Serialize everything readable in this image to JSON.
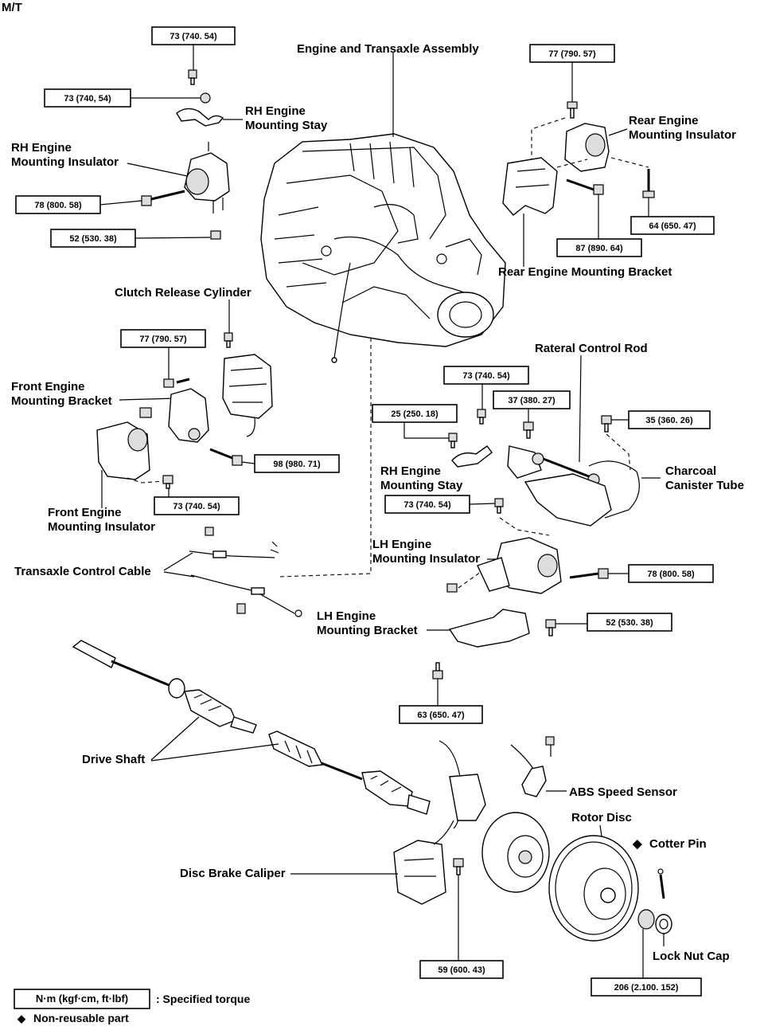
{
  "header": {
    "variant": "M/T"
  },
  "labels": {
    "engine_transaxle": "Engine and Transaxle Assembly",
    "rh_stay_1_line1": "RH Engine",
    "rh_stay_1_line2": "Mounting Stay",
    "rh_insulator_line1": "RH Engine",
    "rh_insulator_line2": "Mounting Insulator",
    "rear_insulator_line1": "Rear Engine",
    "rear_insulator_line2": "Mounting Insulator",
    "rear_bracket": "Rear Engine Mounting Bracket",
    "clutch_cylinder": "Clutch Release Cylinder",
    "front_bracket_line1": "Front Engine",
    "front_bracket_line2": "Mounting Bracket",
    "front_insulator_line1": "Front Engine",
    "front_insulator_line2": "Mounting Insulator",
    "rateral_rod": "Rateral Control Rod",
    "charcoal_line1": "Charcoal",
    "charcoal_line2": "Canister Tube",
    "rh_stay_2_line1": "RH Engine",
    "rh_stay_2_line2": "Mounting Stay",
    "lh_insulator_line1": "LH Engine",
    "lh_insulator_line2": "Mounting Insulator",
    "transaxle_cable": "Transaxle Control Cable",
    "lh_bracket_line1": "LH Engine",
    "lh_bracket_line2": "Mounting Bracket",
    "drive_shaft": "Drive Shaft",
    "abs_sensor": "ABS Speed Sensor",
    "rotor_disc": "Rotor Disc",
    "cotter_pin": "Cotter Pin",
    "disc_caliper": "Disc Brake Caliper",
    "lock_nut_cap": "Lock Nut Cap"
  },
  "torques": {
    "t_rh_top": "73 (740. 54)",
    "t_rh_stay": "73 (740, 54)",
    "t_rh_ins": "78 (800. 58)",
    "t_rh_nut": "52 (530. 38)",
    "t_rear_top": "77 (790. 57)",
    "t_rear_bolt": "64 (650. 47)",
    "t_rear_lower": "87 (890. 64)",
    "t_front_top": "77 (790. 57)",
    "t_front_bolt": "98 (980. 71)",
    "t_front_lower": "73 (740. 54)",
    "t_rateral_a": "73 (740. 54)",
    "t_rateral_b": "37 (380. 27)",
    "t_stay_2": "25 (250. 18)",
    "t_charcoal": "35 (360. 26)",
    "t_lh_ins_left": "73 (740. 54)",
    "t_lh_ins_right": "78 (800. 58)",
    "t_lh_bracket": "52 (530. 38)",
    "t_lh_lower": "63 (650. 47)",
    "t_caliper": "59 (600. 43)",
    "t_hub": "206 (2.100. 152)"
  },
  "legend": {
    "unit_box": "N·m (kgf·cm, ft·lbf)",
    "unit_text": ": Specified torque",
    "nonreuse_text": "Non-reusable part",
    "cotter_symbol": "◆"
  }
}
